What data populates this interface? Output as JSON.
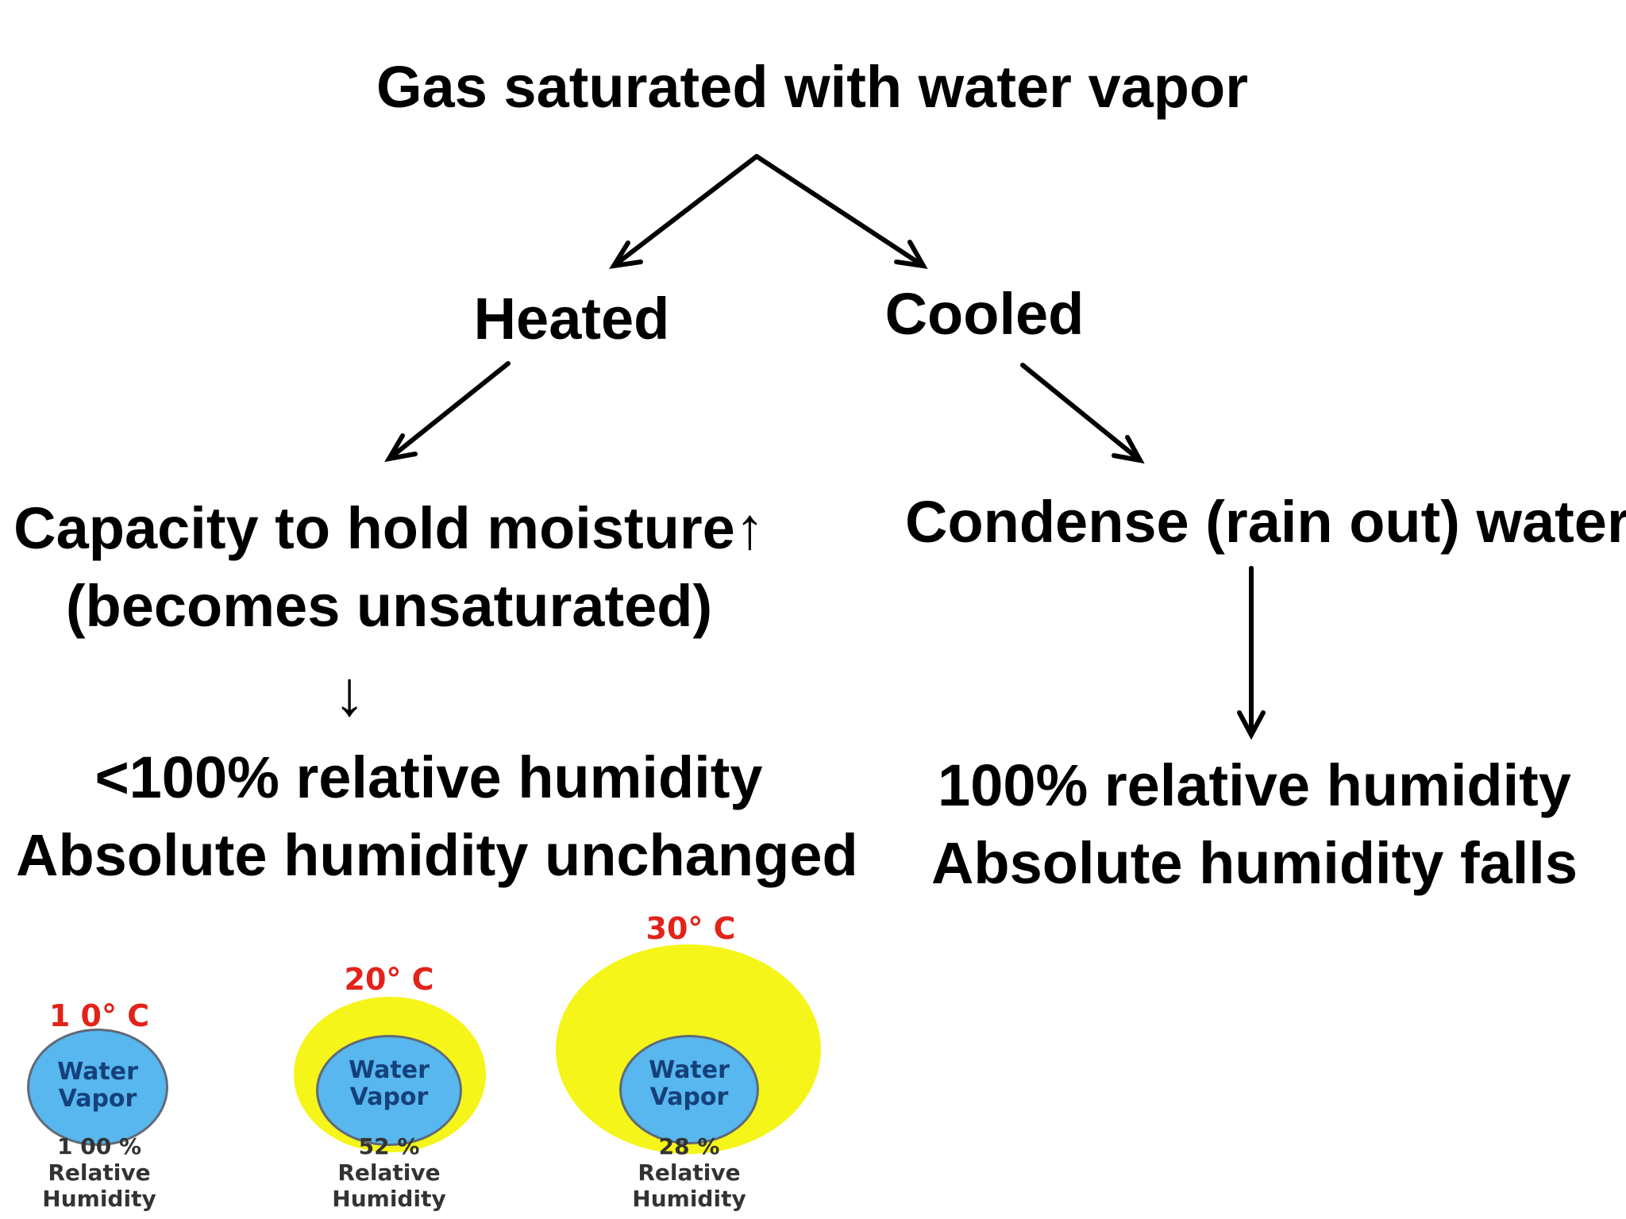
{
  "diagram": {
    "root": "Gas saturated with water vapor",
    "heated": "Heated",
    "cooled": "Cooled",
    "heated_result_line1": "Capacity to hold moisture↑",
    "heated_result_line2": "(becomes unsaturated)",
    "heated_down_arrow": "↓",
    "heated_outcome_line1": "<100% relative humidity",
    "heated_outcome_line2": "Absolute humidity unchanged",
    "cooled_result": "Condense (rain out) water",
    "cooled_outcome_line1": "100% relative humidity",
    "cooled_outcome_line2": "Absolute humidity falls"
  },
  "illustration": {
    "vapor_label_line1": "Water",
    "vapor_label_line2": "Vapor",
    "rh_label_line2": "Relative",
    "rh_label_line3": "Humidity",
    "items": [
      {
        "temperature": "1 0° C",
        "rh_value": "1 00 %"
      },
      {
        "temperature": "20° C",
        "rh_value": "52 %"
      },
      {
        "temperature": "30° C",
        "rh_value": "28 %"
      }
    ],
    "colors": {
      "capacity": "#f5f51a",
      "vapor": "#57b7ee",
      "temperature": "#e2231a"
    }
  }
}
